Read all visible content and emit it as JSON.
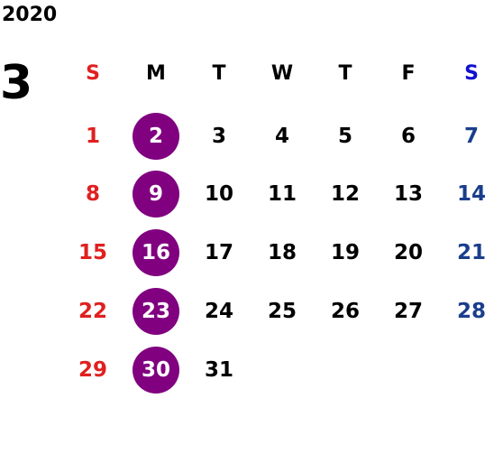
{
  "calendar": {
    "year": "2020",
    "month": "3",
    "weekdays": [
      "S",
      "M",
      "T",
      "W",
      "T",
      "F",
      "S"
    ],
    "weekday_colors": [
      "#e02020",
      "#000000",
      "#000000",
      "#000000",
      "#000000",
      "#000000",
      "#1010d0"
    ],
    "day_colors": {
      "sunday": "#e02020",
      "weekday": "#000000",
      "saturday": "#1a3e8c",
      "marked_text": "#ffffff",
      "marked_fill": "#800080"
    },
    "weeks": [
      [
        "1",
        "2",
        "3",
        "4",
        "5",
        "6",
        "7"
      ],
      [
        "8",
        "9",
        "10",
        "11",
        "12",
        "13",
        "14"
      ],
      [
        "15",
        "16",
        "17",
        "18",
        "19",
        "20",
        "21"
      ],
      [
        "22",
        "23",
        "24",
        "25",
        "26",
        "27",
        "28"
      ],
      [
        "29",
        "30",
        "31",
        "",
        "",
        "",
        ""
      ]
    ],
    "marked_days": [
      "2",
      "9",
      "16",
      "23",
      "30"
    ]
  }
}
